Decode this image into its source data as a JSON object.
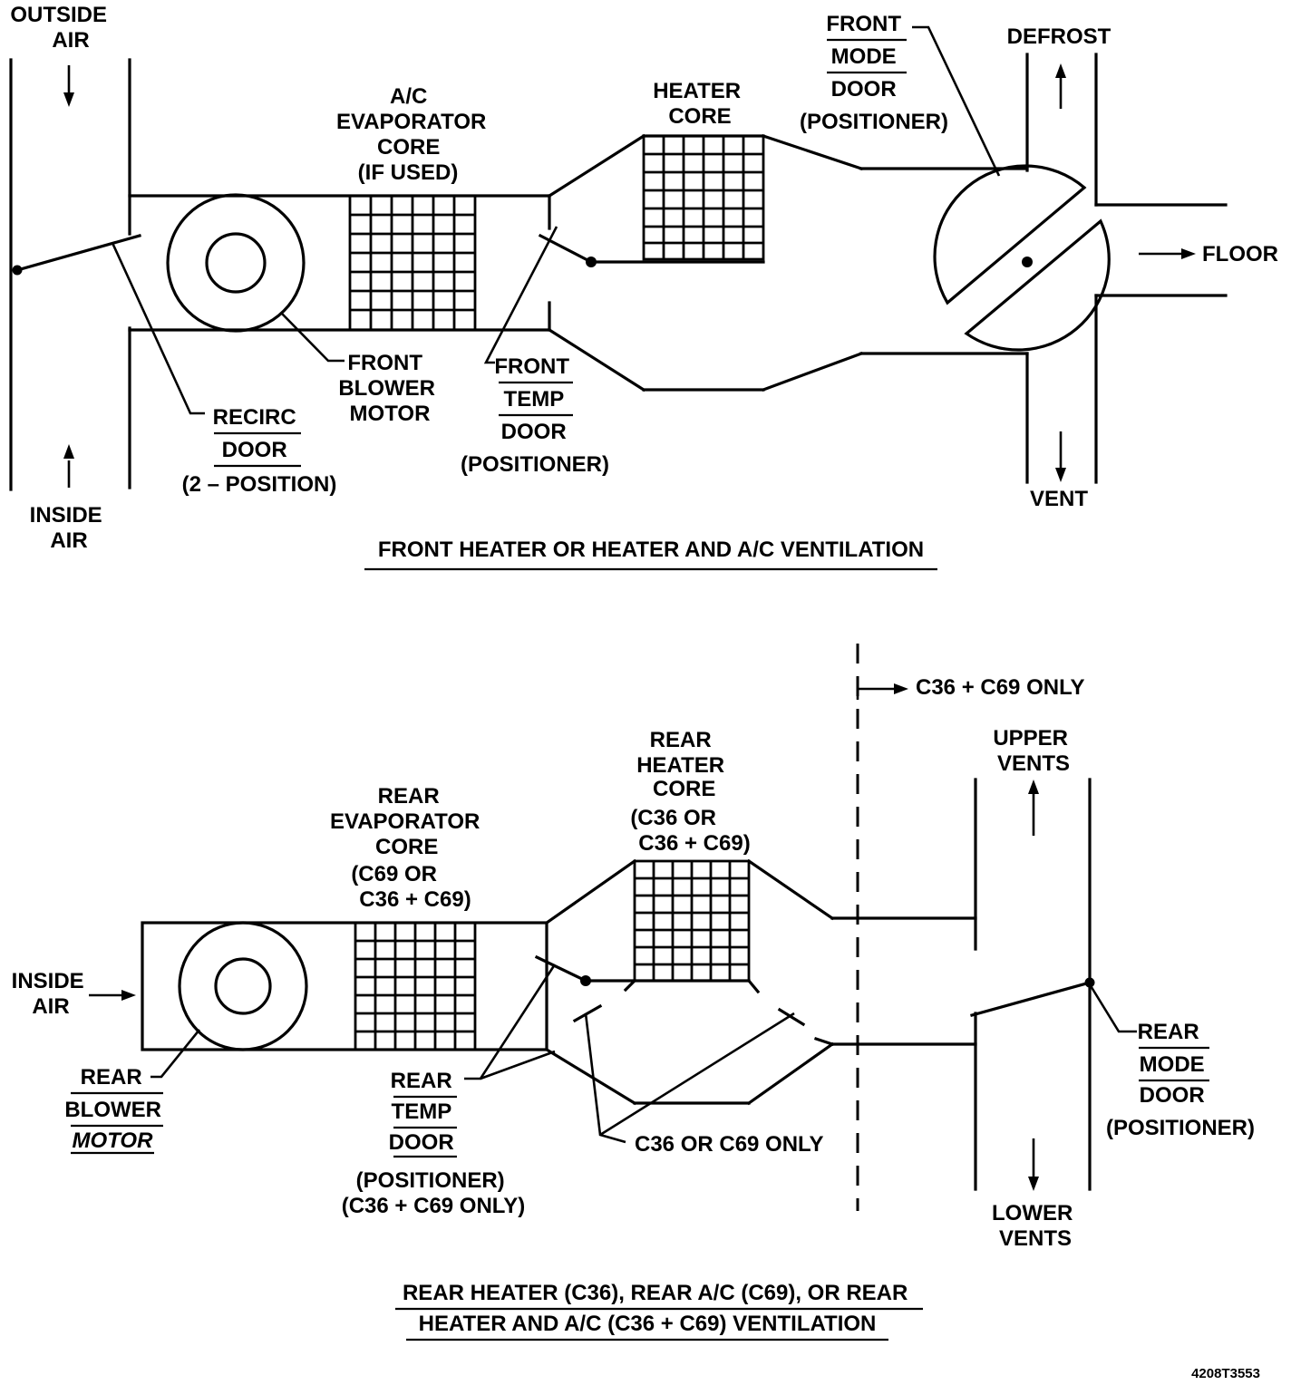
{
  "front": {
    "labels": {
      "outside_air": [
        "OUTSIDE",
        "AIR"
      ],
      "inside_air": [
        "INSIDE",
        "AIR"
      ],
      "ac_evaporator_core": [
        "A/C",
        "EVAPORATOR",
        "CORE",
        "(IF USED)"
      ],
      "heater_core": [
        "HEATER",
        "CORE"
      ],
      "front_mode_door": [
        "FRONT",
        "MODE",
        "DOOR",
        "(POSITIONER)"
      ],
      "defrost": "DEFROST",
      "floor": "FLOOR",
      "vent": "VENT",
      "front_blower_motor": [
        "FRONT",
        "BLOWER",
        "MOTOR"
      ],
      "front_temp_door": [
        "FRONT",
        "TEMP",
        "DOOR",
        "(POSITIONER)"
      ],
      "recirc_door": [
        "RECIRC",
        "DOOR",
        "(2 – POSITION)"
      ]
    },
    "title": "FRONT HEATER OR HEATER AND A/C VENTILATION"
  },
  "rear": {
    "labels": {
      "c36_c69_only_marker": "C36 + C69 ONLY",
      "upper_vents": [
        "UPPER",
        "VENTS"
      ],
      "rear_heater_core": [
        "REAR",
        "HEATER",
        "CORE",
        "(C36 OR",
        "C36 + C69)"
      ],
      "rear_evaporator_core": [
        "REAR",
        "EVAPORATOR",
        "CORE",
        "(C69 OR",
        "C36 + C69)"
      ],
      "inside_air": [
        "INSIDE",
        "AIR"
      ],
      "rear_blower_motor": [
        "REAR",
        "BLOWER",
        "MOTOR"
      ],
      "rear_temp_door": [
        "REAR",
        "TEMP",
        "DOOR",
        "(POSITIONER)",
        "(C36 + C69 ONLY)"
      ],
      "c36_or_c69_only": "C36 OR C69 ONLY",
      "rear_mode_door": [
        "REAR",
        "MODE",
        "DOOR",
        "(POSITIONER)"
      ],
      "lower_vents": [
        "LOWER",
        "VENTS"
      ]
    },
    "title": [
      "REAR HEATER (C36), REAR A/C (C69), OR REAR",
      "HEATER AND A/C (C36 + C69) VENTILATION"
    ]
  },
  "figure_id": "4208T3553"
}
